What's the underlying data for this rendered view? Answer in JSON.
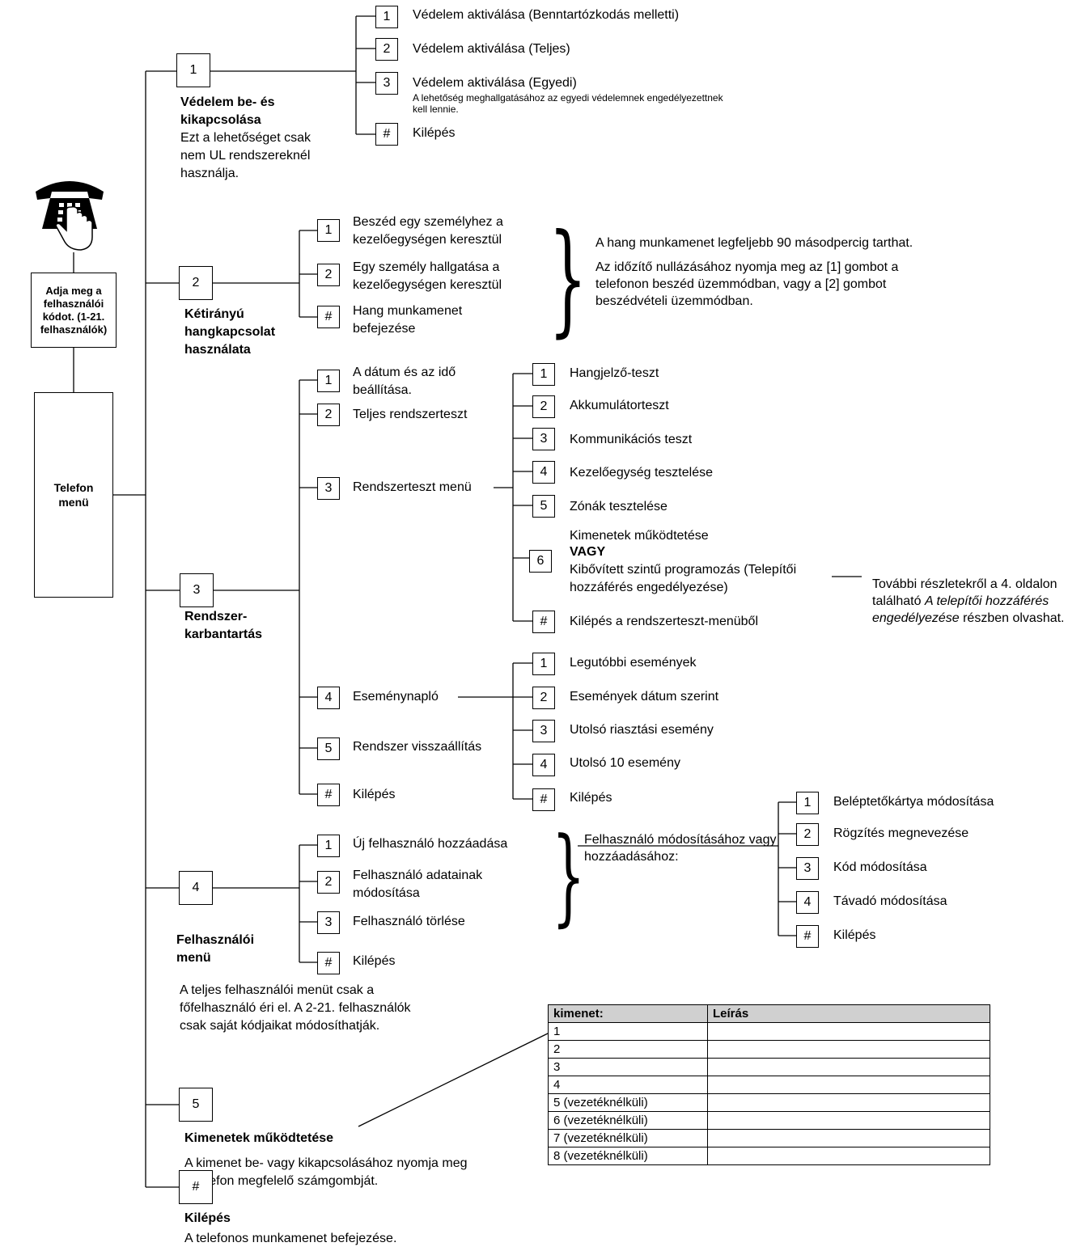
{
  "root": {
    "user_code": "Adja meg a felhasználói kódot. (1-21. felhasználók)",
    "phone_menu": "Telefon menü"
  },
  "menu1": {
    "key": "1",
    "title": "Védelem be- és kikapcsolása",
    "note": "Ezt a lehetőséget csak nem UL rendszereknél használja.",
    "items": [
      {
        "key": "1",
        "label": "Védelem aktiválása (Benntartózkodás melletti)"
      },
      {
        "key": "2",
        "label": "Védelem aktiválása (Teljes)"
      },
      {
        "key": "3",
        "label": "Védelem aktiválása (Egyedi)",
        "note": "A lehetőség meghallgatásához az egyedi védelemnek engedélyezettnek kell lennie."
      },
      {
        "key": "#",
        "label": "Kilépés"
      }
    ]
  },
  "menu2": {
    "key": "2",
    "title": "Kétirányú hangkapcsolat használata",
    "items": [
      {
        "key": "1",
        "label": "Beszéd egy személyhez a kezelőegységen keresztül"
      },
      {
        "key": "2",
        "label": "Egy személy hallgatása a kezelőegységen keresztül"
      },
      {
        "key": "#",
        "label": "Hang munkamenet befejezése"
      }
    ],
    "info_line1": "A hang munkamenet legfeljebb 90 másodpercig tarthat.",
    "info_line2": "Az időzítő nullázásához nyomja meg az [1] gombot a telefonon beszéd üzemmódban, vagy a [2] gombot beszédvételi üzemmódban."
  },
  "menu3": {
    "key": "3",
    "title": "Rendszer-karbantartás",
    "items": [
      {
        "key": "1",
        "label": "A dátum és az idő beállítása."
      },
      {
        "key": "2",
        "label": "Teljes rendszerteszt"
      },
      {
        "key": "3",
        "label": "Rendszerteszt menü"
      },
      {
        "key": "4",
        "label": "Eseménynapló"
      },
      {
        "key": "5",
        "label": "Rendszer visszaállítás"
      },
      {
        "key": "#",
        "label": "Kilépés"
      }
    ],
    "test_items": [
      {
        "key": "1",
        "label": "Hangjelző-teszt"
      },
      {
        "key": "2",
        "label": "Akkumulátorteszt"
      },
      {
        "key": "3",
        "label": "Kommunikációs teszt"
      },
      {
        "key": "4",
        "label": "Kezelőegység tesztelése"
      },
      {
        "key": "5",
        "label": "Zónák tesztelése"
      },
      {
        "key": "6",
        "label_a": "Kimenetek működtetése",
        "label_or": "VAGY",
        "label_b": "Kibővített szintű programozás (Telepítői hozzáférés engedélyezése)"
      },
      {
        "key": "#",
        "label": "Kilépés a rendszerteszt-menüből"
      }
    ],
    "installer_note_a": "További részletekről a 4. oldalon található",
    "installer_note_italic": "A telepítői hozzáférés engedélyezése",
    "installer_note_b": "részben olvashat.",
    "log_items": [
      {
        "key": "1",
        "label": "Legutóbbi események"
      },
      {
        "key": "2",
        "label": "Események dátum szerint"
      },
      {
        "key": "3",
        "label": "Utolsó riasztási esemény"
      },
      {
        "key": "4",
        "label": "Utolsó 10 esemény"
      },
      {
        "key": "#",
        "label": "Kilépés"
      }
    ]
  },
  "menu4": {
    "key": "4",
    "title": "Felhasználói menü",
    "note": "A teljes felhasználói menüt csak a főfelhasználó éri el. A 2-21. felhasználók csak saját kódjaikat módosíthatják.",
    "items": [
      {
        "key": "1",
        "label": "Új felhasználó hozzáadása"
      },
      {
        "key": "2",
        "label": "Felhasználó adatainak módosítása"
      },
      {
        "key": "3",
        "label": "Felhasználó törlése"
      },
      {
        "key": "#",
        "label": "Kilépés"
      }
    ],
    "modify_label": "Felhasználó módosításához vagy hozzáadásához:",
    "modify_items": [
      {
        "key": "1",
        "label": "Beléptetőkártya módosítása"
      },
      {
        "key": "2",
        "label": "Rögzítés megnevezése"
      },
      {
        "key": "3",
        "label": "Kód módosítása"
      },
      {
        "key": "4",
        "label": "Távadó módosítása"
      },
      {
        "key": "#",
        "label": "Kilépés"
      }
    ]
  },
  "menu5": {
    "key": "5",
    "title": "Kimenetek működtetése",
    "note": "A kimenet be- vagy kikapcsolásához nyomja meg a telefon megfelelő számgombját."
  },
  "exit": {
    "key": "#",
    "title": "Kilépés",
    "note": "A telefonos munkamenet befejezése."
  },
  "outputs_table": {
    "headers": [
      "kimenet:",
      "Leírás"
    ],
    "rows": [
      [
        "1",
        ""
      ],
      [
        "2",
        ""
      ],
      [
        "3",
        ""
      ],
      [
        "4",
        ""
      ],
      [
        "5 (vezetéknélküli)",
        ""
      ],
      [
        "6 (vezetéknélküli)",
        ""
      ],
      [
        "7 (vezetéknélküli)",
        ""
      ],
      [
        "8 (vezetéknélküli)",
        ""
      ]
    ]
  },
  "icons": {
    "phone": "telephone-keypad-hand-icon"
  }
}
